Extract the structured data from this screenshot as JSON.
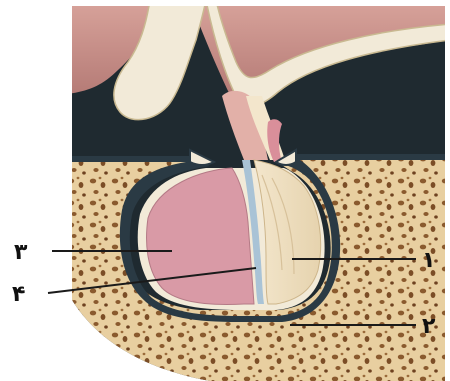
{
  "labels": {
    "label_1": "۱",
    "label_2": "۲",
    "label_3": "۳",
    "label_4": "۴"
  },
  "colors": {
    "background": "#ffffff",
    "dark_cavity": "#1f2a30",
    "brain_tissue": "#c98f8a",
    "brain_tissue_light": "#e2b0a8",
    "bone": "#e8cfa0",
    "bone_pore": "#8a5a2e",
    "membrane": "#f2ead8",
    "membrane_outline": "#2a3a44",
    "anterior_lobe": "#d99aa6",
    "posterior_lobe": "#f1e2c6",
    "cleft": "#a9c3d6"
  }
}
